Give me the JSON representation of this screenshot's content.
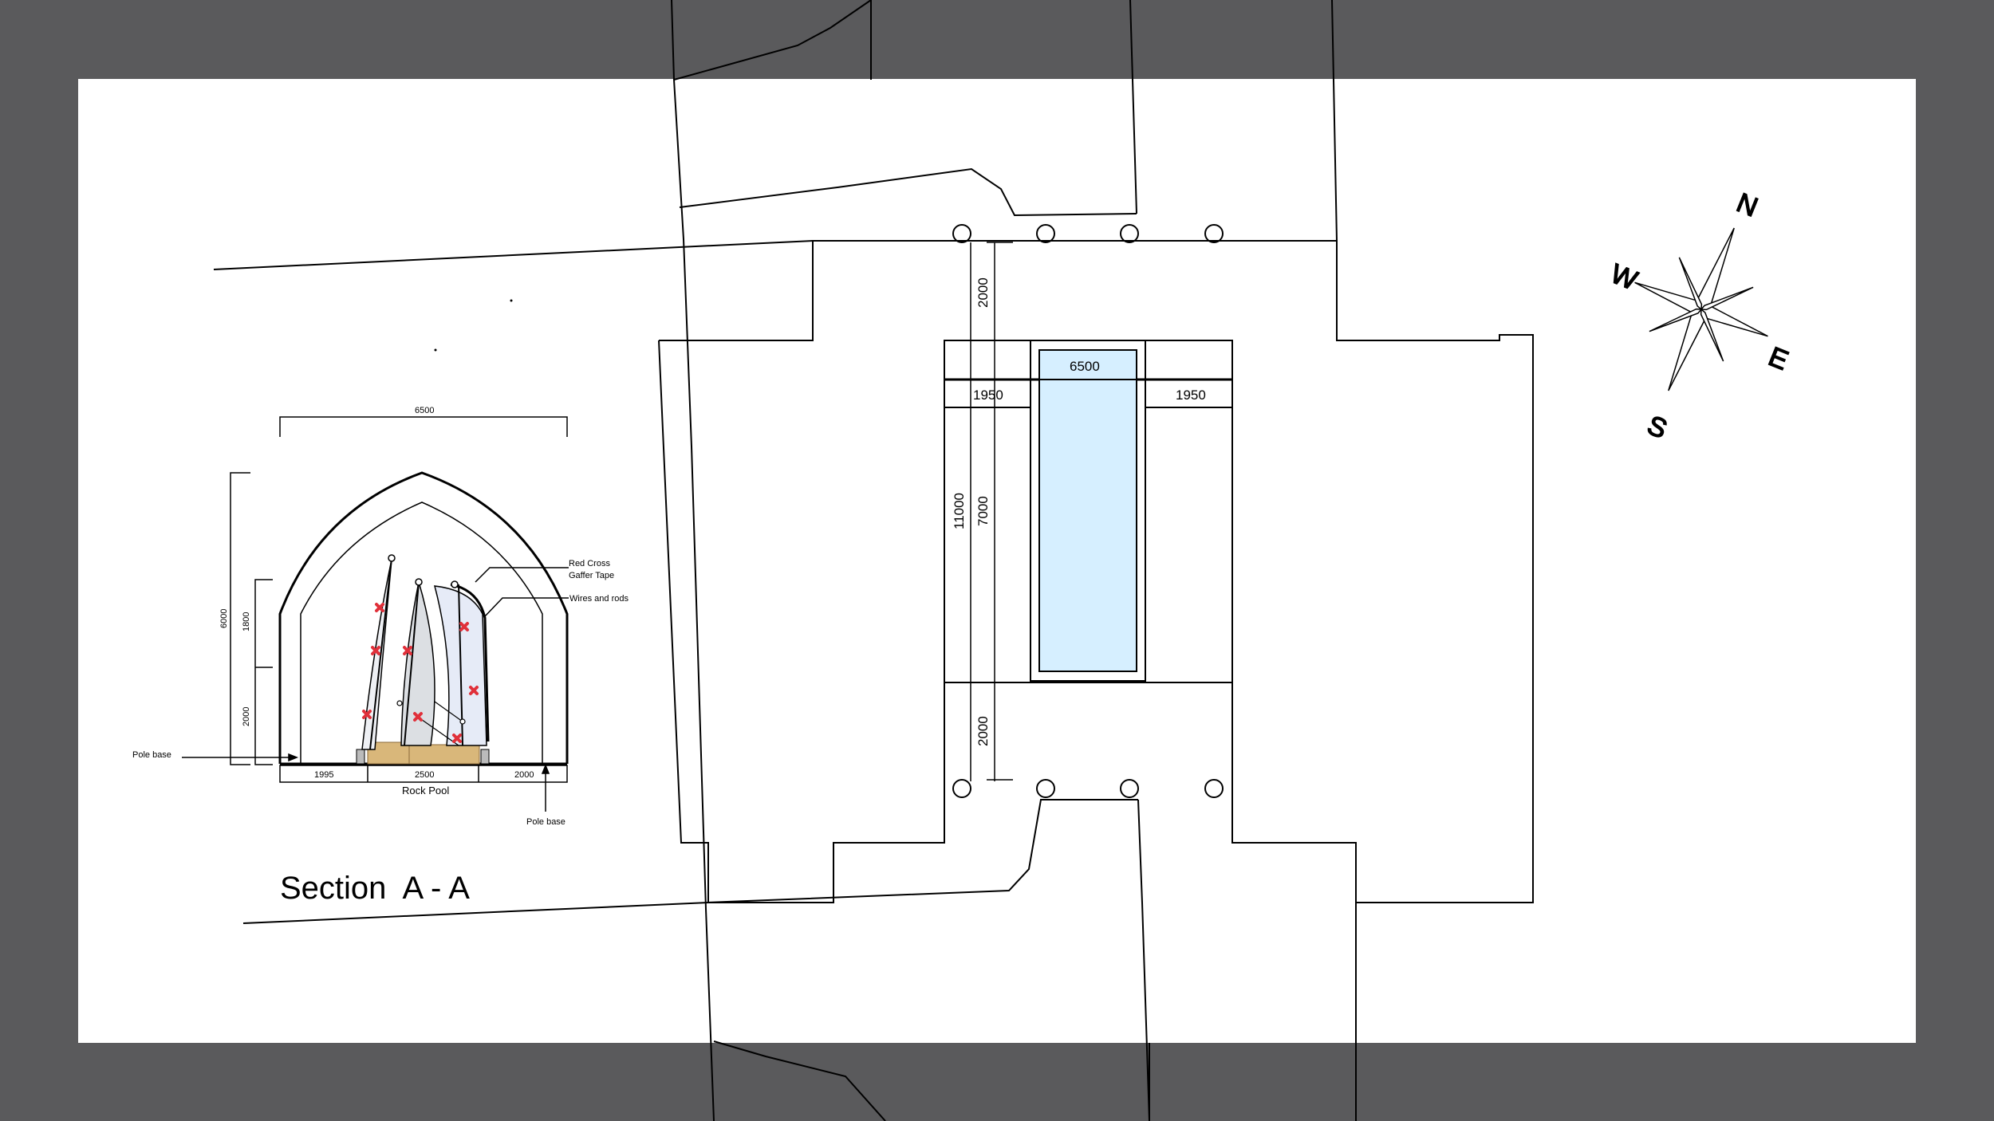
{
  "colors": {
    "background": "#5a5a5c",
    "sheet": "#ffffff",
    "pool_fill": "#d6efff",
    "tape": "#e0303a",
    "wood": "#d9b77a"
  },
  "plan": {
    "dim_top_2000": "2000",
    "dim_bottom_2000": "2000",
    "dim_6500": "6500",
    "dim_1950_left": "1950",
    "dim_1950_right": "1950",
    "dim_11000": "11000",
    "dim_7000": "7000"
  },
  "compass": {
    "n": "N",
    "e": "E",
    "s": "S",
    "w": "W"
  },
  "section": {
    "title": "Section  A - A",
    "dim_width": "6500",
    "dim_height": "6000",
    "dim_upper": "1800",
    "dim_lower": "2000",
    "dim_base_left": "1995",
    "dim_base_mid": "2500",
    "dim_base_right": "2000",
    "base_label": "Rock  Pool",
    "pole_base_left": "Pole base",
    "pole_base_right": "Pole base",
    "callout_tape_line1": "Red Cross",
    "callout_tape_line2": "Gaffer Tape",
    "callout_wires": "Wires and rods"
  }
}
